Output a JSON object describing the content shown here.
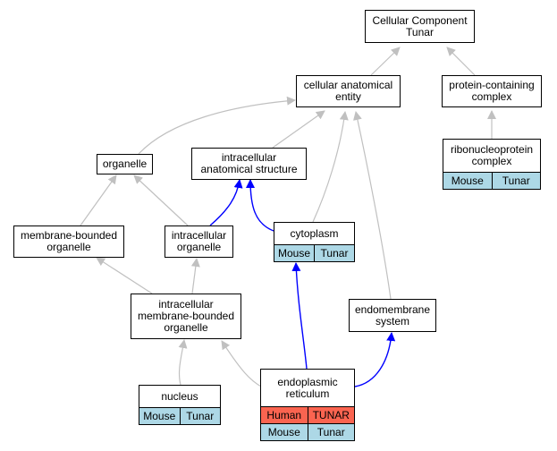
{
  "nodes": {
    "cellular_component_tunar": {
      "lines": [
        "Cellular Component",
        "Tunar"
      ]
    },
    "cellular_anatomical_entity": {
      "lines": [
        "cellular anatomical",
        "entity"
      ]
    },
    "protein_containing_complex": {
      "lines": [
        "protein-containing",
        "complex"
      ]
    },
    "ribonucleoprotein_complex": {
      "lines": [
        "ribonucleoprotein",
        "complex"
      ],
      "rows": [
        [
          "Mouse",
          "Tunar"
        ]
      ]
    },
    "organelle": {
      "lines": [
        "organelle"
      ]
    },
    "intracellular_anatomical_structure": {
      "lines": [
        "intracellular",
        "anatomical structure"
      ]
    },
    "membrane_bounded_organelle": {
      "lines": [
        "membrane-bounded",
        "organelle"
      ]
    },
    "intracellular_organelle": {
      "lines": [
        "intracellular",
        "organelle"
      ]
    },
    "cytoplasm": {
      "lines": [
        "cytoplasm"
      ],
      "rows": [
        [
          "Mouse",
          "Tunar"
        ]
      ]
    },
    "intracellular_membrane_bounded_organelle": {
      "lines": [
        "intracellular",
        "membrane-bounded",
        "organelle"
      ]
    },
    "endomembrane_system": {
      "lines": [
        "endomembrane",
        "system"
      ]
    },
    "nucleus": {
      "lines": [
        "nucleus"
      ],
      "rows": [
        [
          "Mouse",
          "Tunar"
        ]
      ]
    },
    "endoplasmic_reticulum": {
      "lines": [
        "endoplasmic",
        "reticulum"
      ],
      "rows": [
        [
          "Human",
          "TUNAR"
        ],
        [
          "Mouse",
          "Tunar"
        ]
      ]
    }
  },
  "colors": {
    "mouse_cell": "#add8e6",
    "human_cell": "#fa6450",
    "edge_gray": "#c0c0c0",
    "edge_blue": "#0000ff"
  }
}
